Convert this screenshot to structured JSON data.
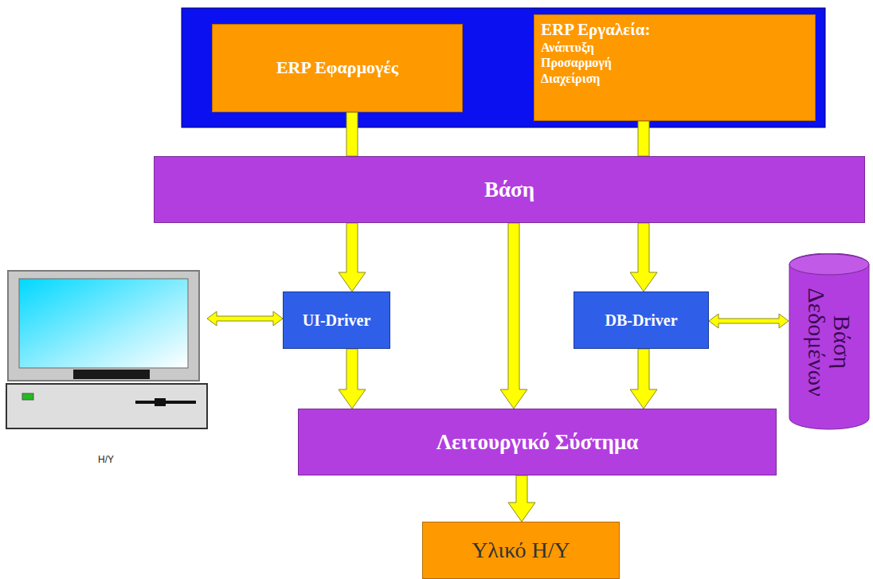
{
  "diagram": {
    "nodes": [
      {
        "text": [
          "ERP Εφαρμογές"
        ]
      },
      {
        "text": [
          "ERP Εργαλεία:",
          "Ανάπτυξη",
          "Προσαρμογή",
          "Διαχείριση"
        ]
      },
      {
        "text": [
          "Βάση"
        ]
      },
      {
        "text": [
          "UI-Driver"
        ]
      },
      {
        "text": [
          "DB-Driver"
        ]
      },
      {
        "text": [
          "Βάση Δεδομένων"
        ]
      },
      {
        "text": [
          "H/Y"
        ]
      },
      {
        "text": [
          "Λειτουργικό Σύστημα"
        ]
      },
      {
        "text": [
          "Υλικό Η/Υ"
        ]
      }
    ],
    "edges": [
      {
        "from": 0,
        "to": 2,
        "arrow": "none"
      },
      {
        "from": 1,
        "to": 2,
        "arrow": "none"
      },
      {
        "from": 2,
        "to": 3,
        "arrow": "to"
      },
      {
        "from": 2,
        "to": 7,
        "arrow": "to"
      },
      {
        "from": 2,
        "to": 4,
        "arrow": "to"
      },
      {
        "from": 3,
        "to": 7,
        "arrow": "to"
      },
      {
        "from": 4,
        "to": 7,
        "arrow": "to"
      },
      {
        "from": 7,
        "to": 8,
        "arrow": "to"
      },
      {
        "from": 6,
        "to": 3,
        "arrow": "both"
      },
      {
        "from": 4,
        "to": 5,
        "arrow": "both"
      }
    ]
  }
}
